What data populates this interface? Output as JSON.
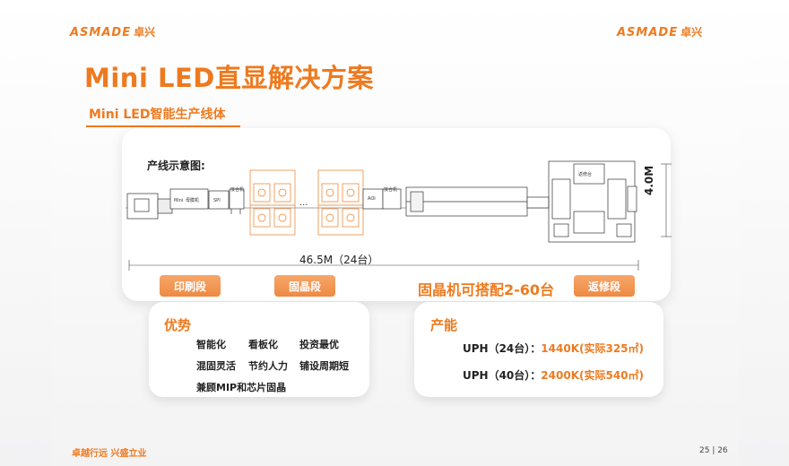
{
  "brand": {
    "name": "ASMADE",
    "cn": "卓兴"
  },
  "title": "Mini LED直显解决方案",
  "subtitle": "Mini LED智能生产线体",
  "diagram": {
    "label": "产线示意图:",
    "length": "46.5M（24台）",
    "height": "4.0M",
    "mini_label": "Mini",
    "unit_labels": [
      "母膜机",
      "SPI",
      "接合机",
      "AOI",
      "接合机",
      "返修台"
    ],
    "ellipsis": "···",
    "accent_color": "#ee7a1f"
  },
  "stages": [
    "印刷段",
    "固晶段",
    "返修段"
  ],
  "note": "固晶机可搭配2-60台",
  "advantages": {
    "title": "优势",
    "items": [
      "智能化",
      "看板化",
      "投资最优",
      "混固灵活",
      "节约人力",
      "铺设周期短",
      "兼顾MIP和芯片固晶"
    ]
  },
  "capacity": {
    "title": "产能",
    "lines": [
      {
        "label": "UPH（24台）：",
        "value": "1440K(实际325㎡)"
      },
      {
        "label": "UPH（40台）：",
        "value": "2400K(实际540㎡)"
      }
    ]
  },
  "footer": {
    "slogan": "卓越行远  兴盛立业",
    "page": "25 | 26"
  }
}
